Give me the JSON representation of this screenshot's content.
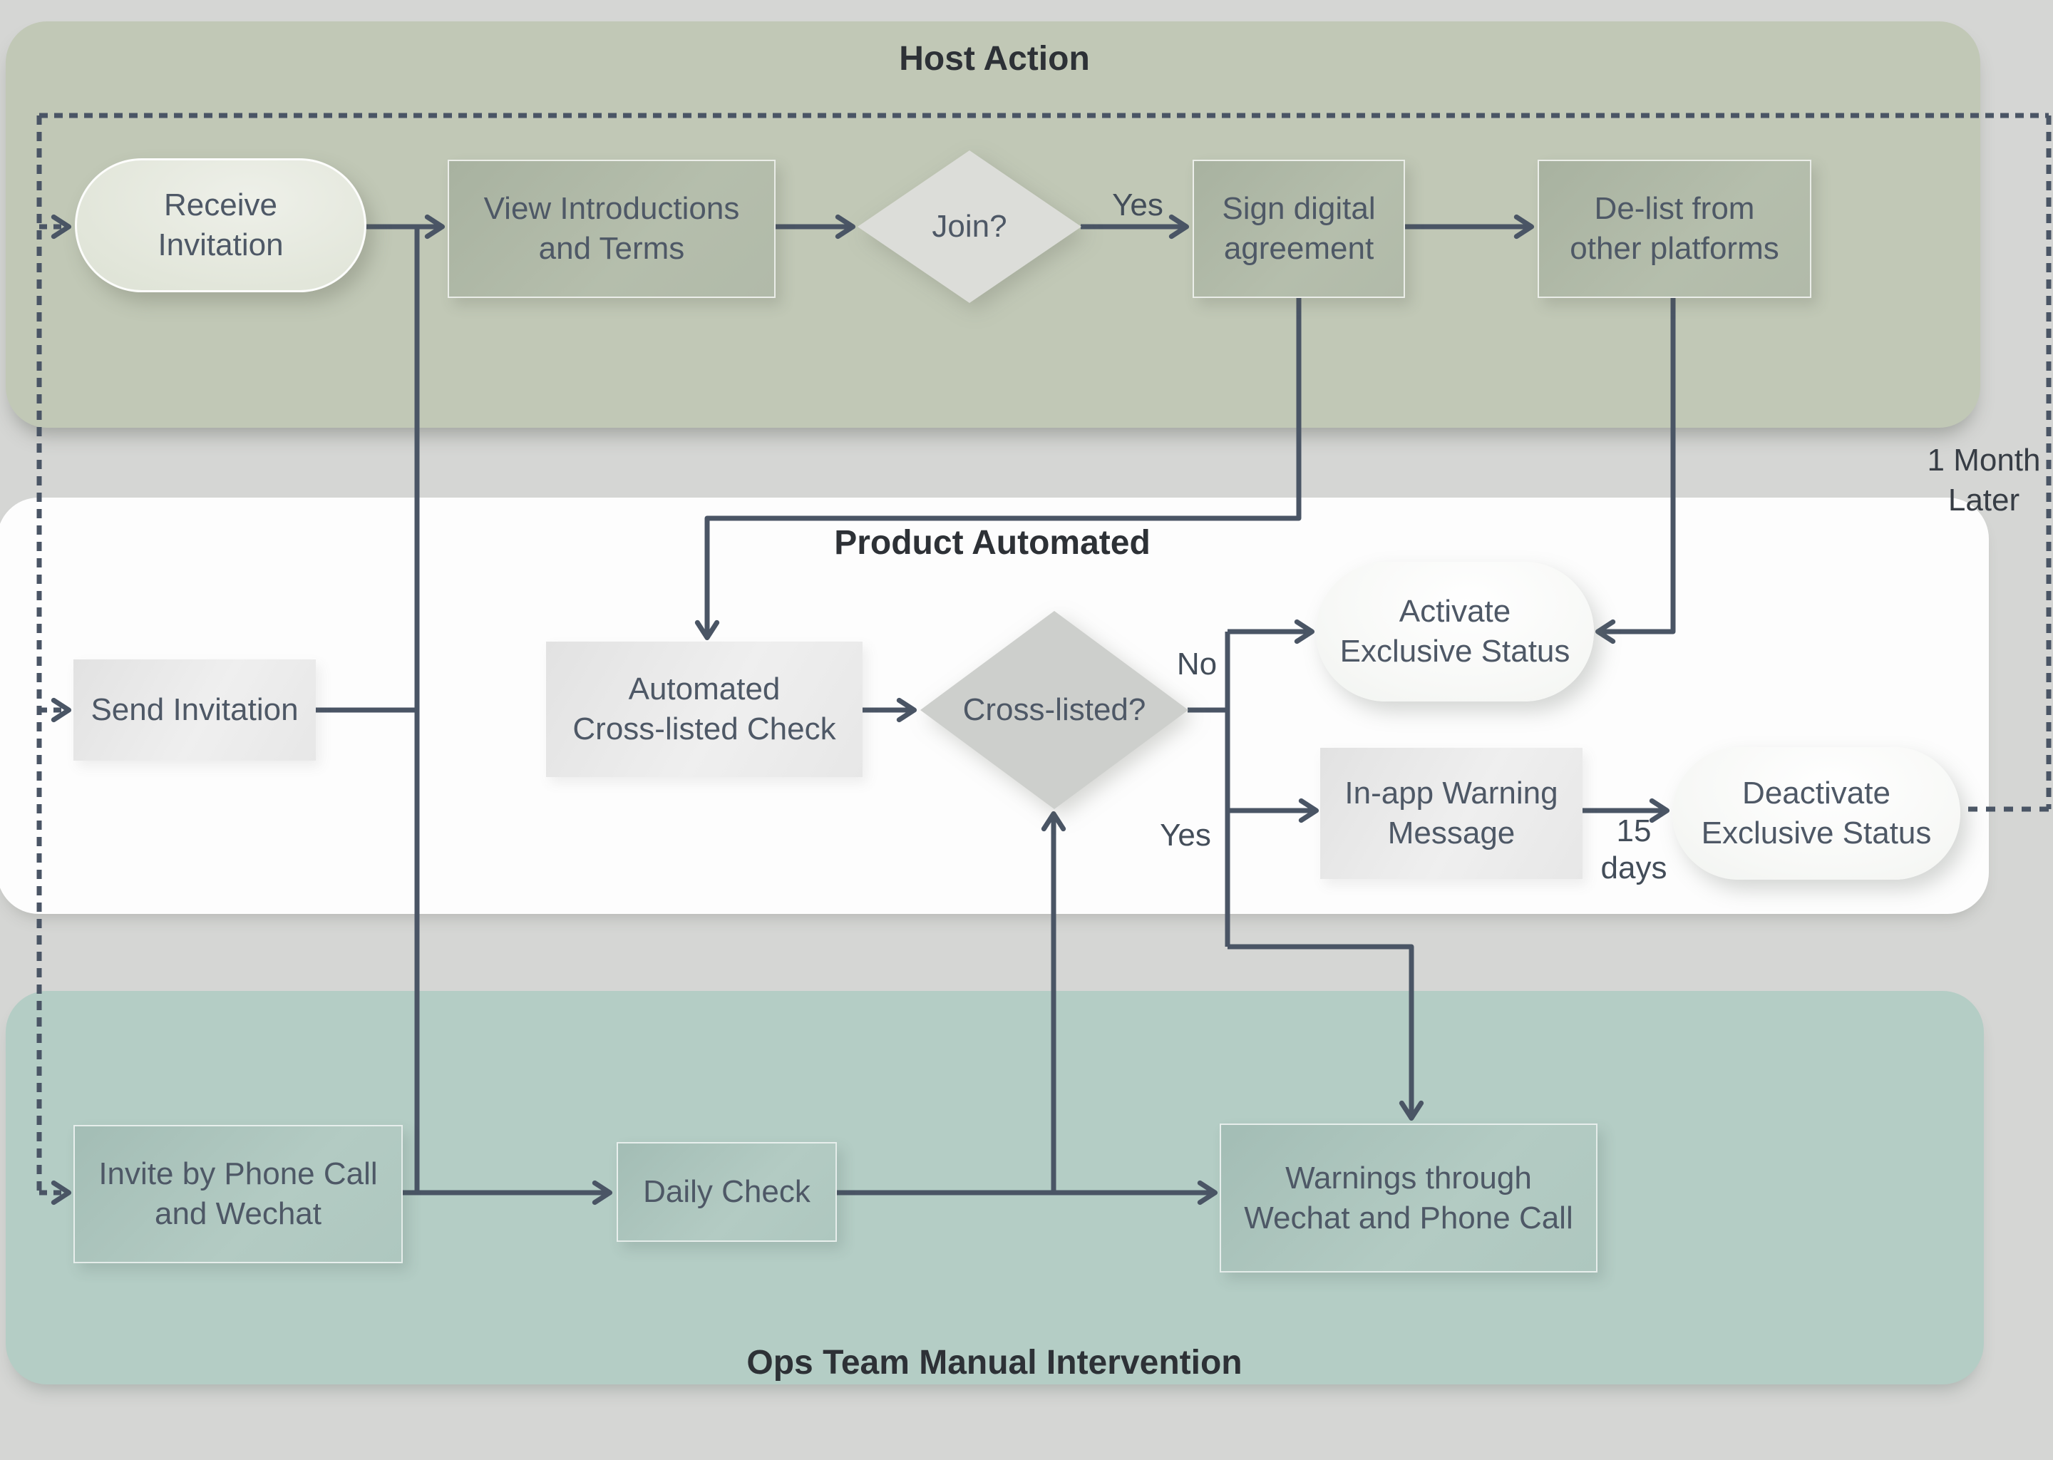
{
  "palette": {
    "background": "#d5d6d4",
    "host_band": "#c1c8b6",
    "product_band": "#fdfdfd",
    "ops_band": "#b4cdc5",
    "connector": "#4a5565",
    "node_text": "#4e5866",
    "title_text": "#2d3136"
  },
  "lanes": {
    "host": {
      "title": "Host Action"
    },
    "product": {
      "title": "Product Automated"
    },
    "ops": {
      "title": "Ops Team Manual Intervention"
    }
  },
  "nodes": {
    "receive": {
      "label": "Receive\nInvitation",
      "shape": "pill"
    },
    "view": {
      "label": "View Introductions\nand Terms",
      "shape": "rect"
    },
    "join": {
      "label": "Join?",
      "shape": "diamond"
    },
    "sign": {
      "label": "Sign digital\nagreement",
      "shape": "rect"
    },
    "delist": {
      "label": "De-list from\nother platforms",
      "shape": "rect"
    },
    "send": {
      "label": "Send Invitation",
      "shape": "rect"
    },
    "auto_check": {
      "label": "Automated\nCross-listed Check",
      "shape": "rect"
    },
    "cross": {
      "label": "Cross-listed?",
      "shape": "diamond"
    },
    "activate": {
      "label": "Activate\nExclusive Status",
      "shape": "pill"
    },
    "inapp": {
      "label": "In-app Warning\nMessage",
      "shape": "rect"
    },
    "deactivate": {
      "label": "Deactivate\nExclusive Status",
      "shape": "pill"
    },
    "invite": {
      "label": "Invite by Phone Call\nand Wechat",
      "shape": "rect"
    },
    "daily": {
      "label": "Daily Check",
      "shape": "rect"
    },
    "warnings": {
      "label": "Warnings through\nWechat and Phone Call",
      "shape": "rect"
    }
  },
  "edge_labels": {
    "join_yes": "Yes",
    "cross_no": "No",
    "cross_yes": "Yes",
    "delay": "15\ndays",
    "one_month_later": "1 Month\nLater"
  }
}
